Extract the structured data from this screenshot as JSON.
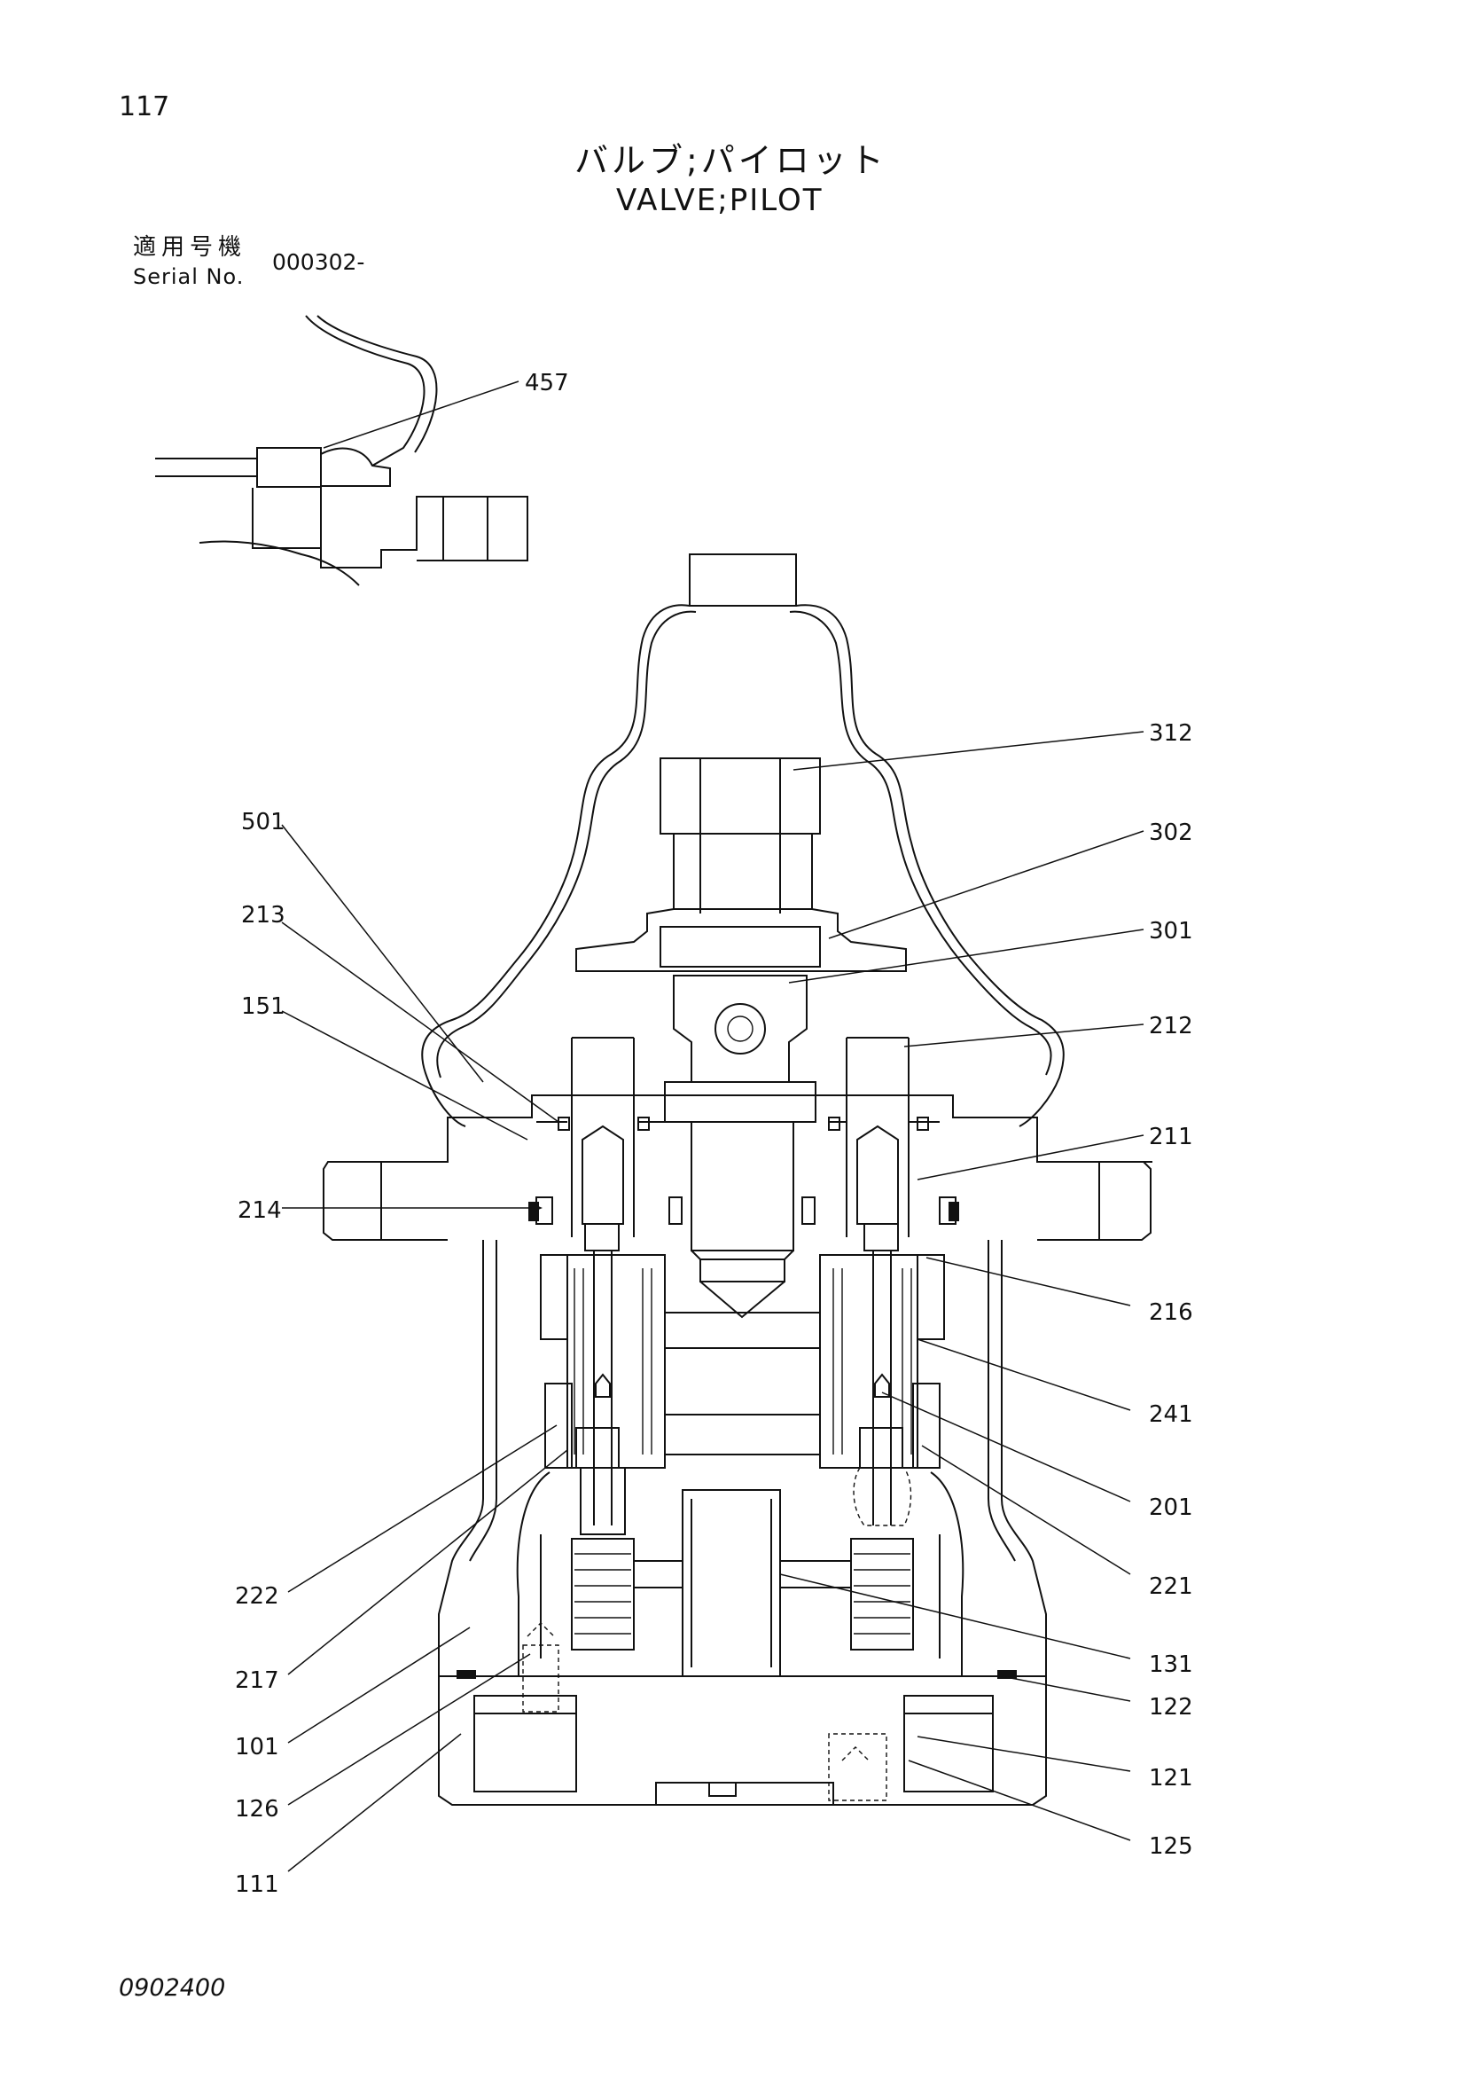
{
  "header": {
    "page_number": "117",
    "title_jp": "バルブ;パイロット",
    "title_en": "VALVE;PILOT",
    "serial_label_jp": "適用号機",
    "serial_label_en": "Serial No.",
    "serial_value": "000302-"
  },
  "callouts": {
    "c457": "457",
    "c312": "312",
    "c302": "302",
    "c301": "301",
    "c212": "212",
    "c211": "211",
    "c216": "216",
    "c241": "241",
    "c201": "201",
    "c221": "221",
    "c131": "131",
    "c122": "122",
    "c121": "121",
    "c125": "125",
    "c501": "501",
    "c213": "213",
    "c151": "151",
    "c214": "214",
    "c222": "222",
    "c217": "217",
    "c101": "101",
    "c126": "126",
    "c111": "111"
  },
  "footer": {
    "doc_code": "0902400"
  }
}
